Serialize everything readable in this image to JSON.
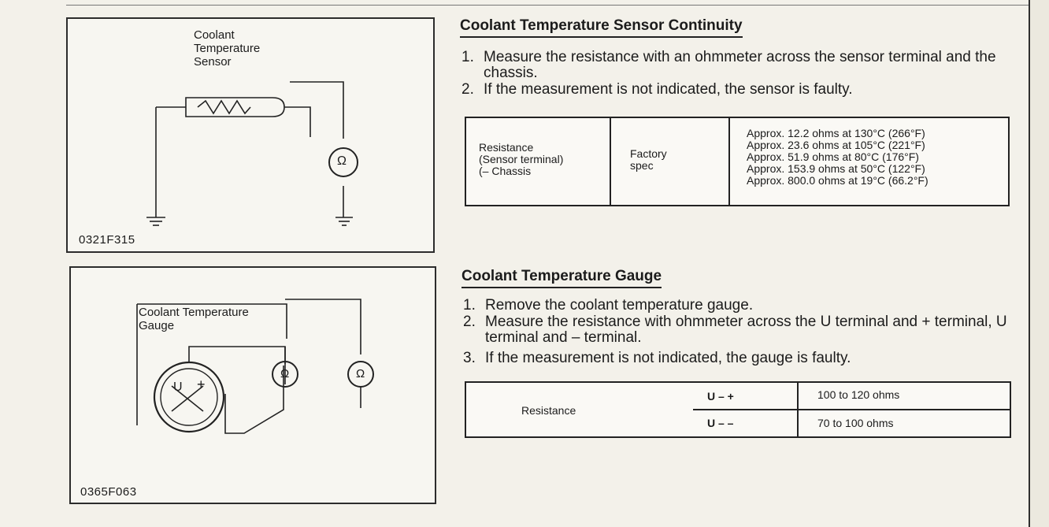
{
  "sensor_continuity": {
    "title": "Coolant Temperature Sensor Continuity",
    "steps": [
      {
        "num": "1.",
        "text": "Measure the resistance with an ohmmeter across the sensor terminal and the chassis."
      },
      {
        "num": "2.",
        "text": "If the measurement is not indicated, the sensor is faulty."
      }
    ],
    "table": {
      "resistance_label": "Resistance\n(Sensor terminal)\n(– Chassis",
      "spec_label": "Factory\nspec",
      "values": [
        "Approx. 12.2 ohms at 130°C (266°F)",
        "Approx. 23.6 ohms at 105°C (221°F)",
        "Approx. 51.9 ohms at 80°C (176°F)",
        "Approx. 153.9 ohms at 50°C (122°F)",
        "Approx. 800.0 ohms at 19°C (66.2°F)"
      ]
    }
  },
  "gauge": {
    "title": "Coolant Temperature Gauge",
    "steps": [
      {
        "num": "1.",
        "text": "Remove the coolant temperature gauge."
      },
      {
        "num": "2.",
        "text": "Measure the resistance with ohmmeter across the U terminal and + terminal, U terminal and – terminal."
      },
      {
        "num": "3.",
        "text": "If the measurement is not indicated, the gauge is faulty."
      }
    ],
    "table": {
      "resistance_label": "Resistance",
      "rows": [
        {
          "terminal": "U – +",
          "value": "100 to 120 ohms"
        },
        {
          "terminal": "U – –",
          "value": "70 to 100 ohms"
        }
      ]
    }
  },
  "figure1": {
    "label": "Coolant\nTemperature\nSensor",
    "code": "0321F315",
    "meter_symbol": "Ω"
  },
  "figure2": {
    "label": "Coolant Temperature\nGauge",
    "code": "0365F063",
    "gauge_u": "U",
    "gauge_plus": "+",
    "meter_symbol": "Ω"
  }
}
